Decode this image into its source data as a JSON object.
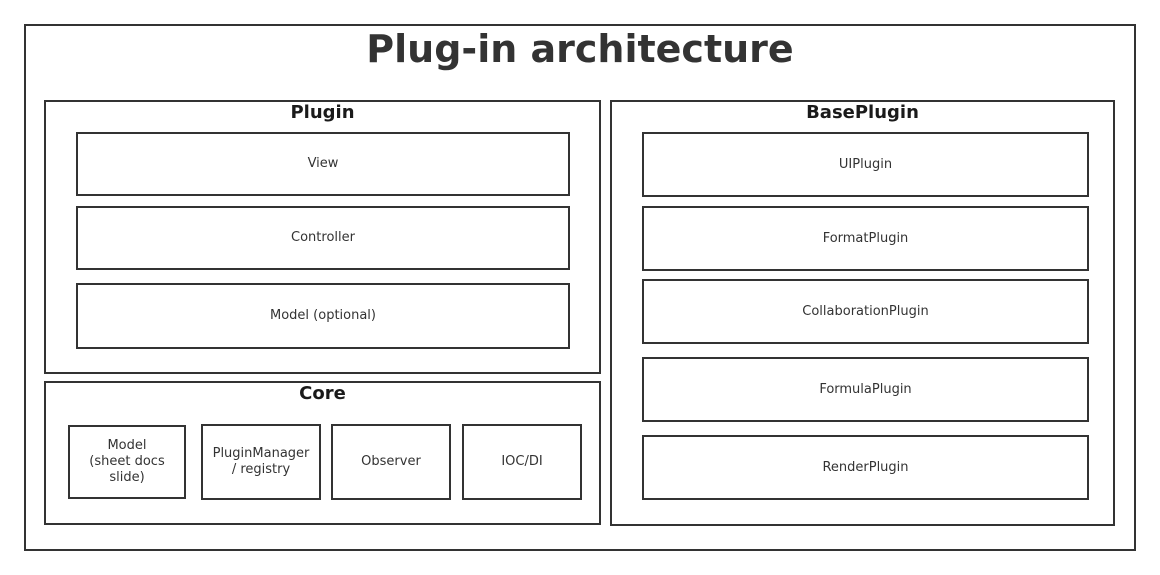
{
  "title": "Plug-in architecture",
  "plugin": {
    "label": "Plugin",
    "items": [
      "View",
      "Controller",
      "Model (optional)"
    ]
  },
  "core": {
    "label": "Core",
    "items": [
      "Model\n(sheet docs\nslide)",
      "PluginManager\n/ registry",
      "Observer",
      "IOC/DI"
    ]
  },
  "base_plugin": {
    "label": "BasePlugin",
    "items": [
      "UIPlugin",
      "FormatPlugin",
      "CollaborationPlugin",
      "FormulaPlugin",
      "RenderPlugin"
    ]
  },
  "colors": {
    "stroke": "#333333",
    "background": "#ffffff"
  }
}
